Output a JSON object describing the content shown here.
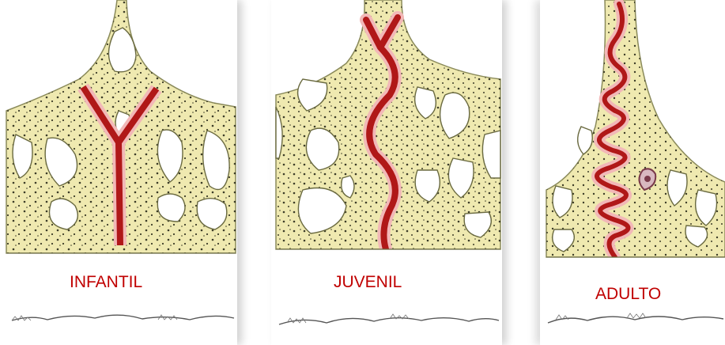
{
  "labels": {
    "infantil": "INFANTIL",
    "juvenil": "JUVENIL",
    "adulto": "ADULTO"
  },
  "colors": {
    "bone": "#efe9b0",
    "bone_outline": "#8a8a5a",
    "suture": "#b01818",
    "suture_halo": "#f2b8b8",
    "dots": "#3c3c28",
    "label": "#c00000"
  }
}
